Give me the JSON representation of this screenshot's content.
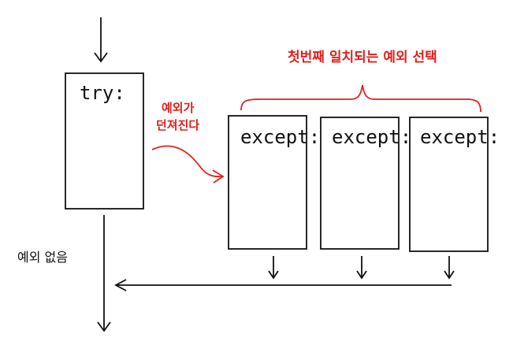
{
  "try_block": {
    "label": "try:"
  },
  "except_blocks": [
    {
      "label": "except:"
    },
    {
      "label": "except:"
    },
    {
      "label": "except:"
    }
  ],
  "annotations": {
    "exception_thrown_line1": "예외가",
    "exception_thrown_line2": "던져진다",
    "first_matching_except": "첫번째 일치되는 예외 선택",
    "no_exception": "예외 없음"
  },
  "colors": {
    "ink": "#111111",
    "highlight": "#e0201c"
  }
}
